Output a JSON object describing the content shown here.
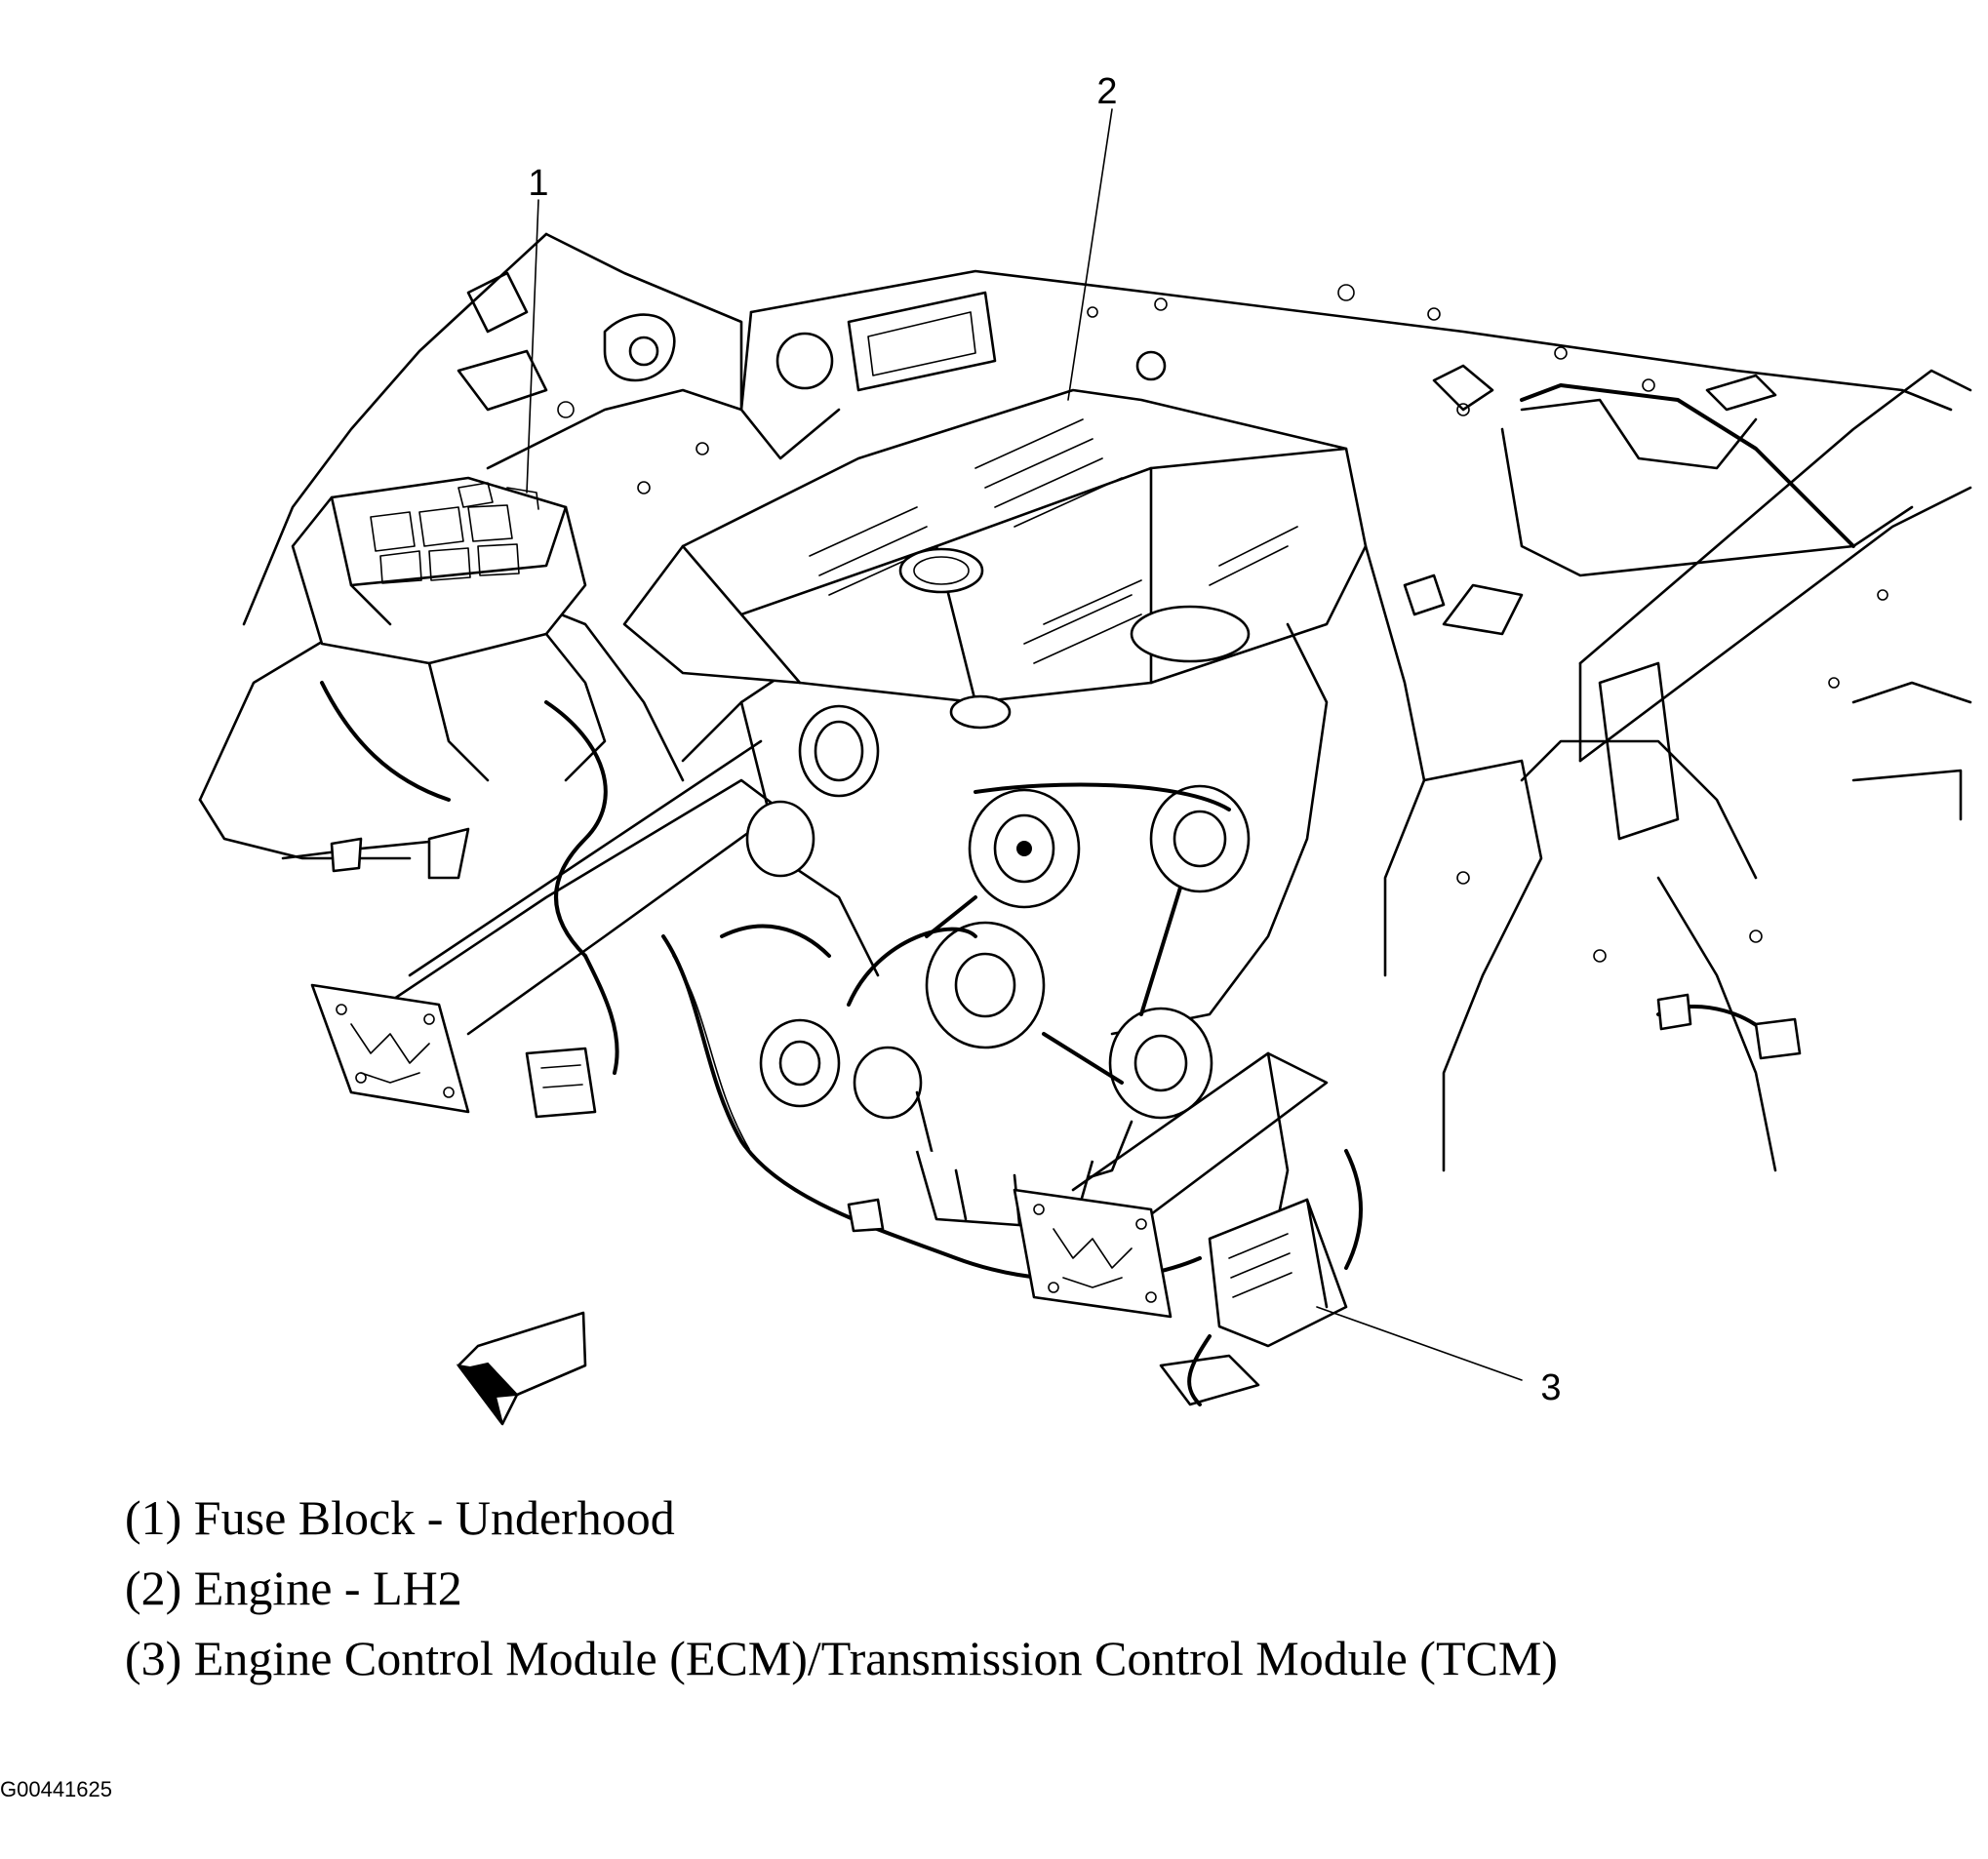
{
  "callouts": [
    {
      "number": "1"
    },
    {
      "number": "2"
    },
    {
      "number": "3"
    }
  ],
  "legend": [
    {
      "text": "(1) Fuse Block - Underhood"
    },
    {
      "text": "(2) Engine - LH2"
    },
    {
      "text": "(3) Engine Control Module (ECM)/Transmission Control Module (TCM)"
    }
  ],
  "figure_id": "G00441625",
  "icons": [
    "forward-direction-arrow-icon"
  ]
}
